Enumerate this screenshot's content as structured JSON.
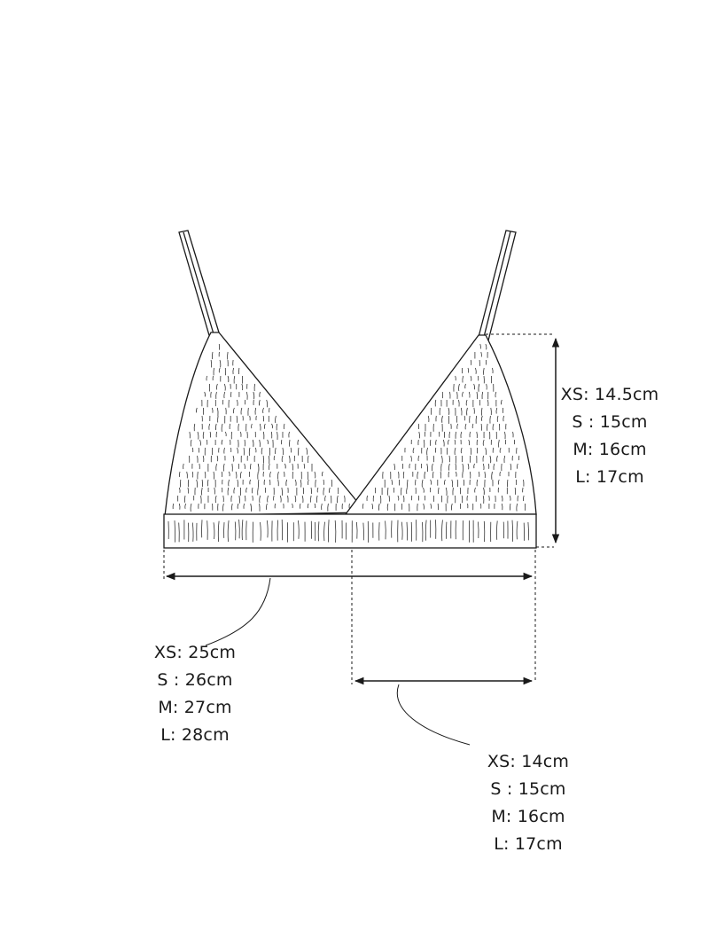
{
  "measurements": {
    "cup_height": {
      "lines": [
        "XS: 14.5cm",
        "S : 15cm",
        "M: 16cm",
        "L: 17cm"
      ]
    },
    "underband_width": {
      "lines": [
        "XS: 25cm",
        "S : 26cm",
        "M: 27cm",
        "L: 28cm"
      ]
    },
    "half_width": {
      "lines": [
        "XS: 14cm",
        "S : 15cm",
        "M: 16cm",
        "L: 17cm"
      ]
    }
  },
  "colors": {
    "line": "#1a1a1a",
    "background": "#ffffff"
  }
}
